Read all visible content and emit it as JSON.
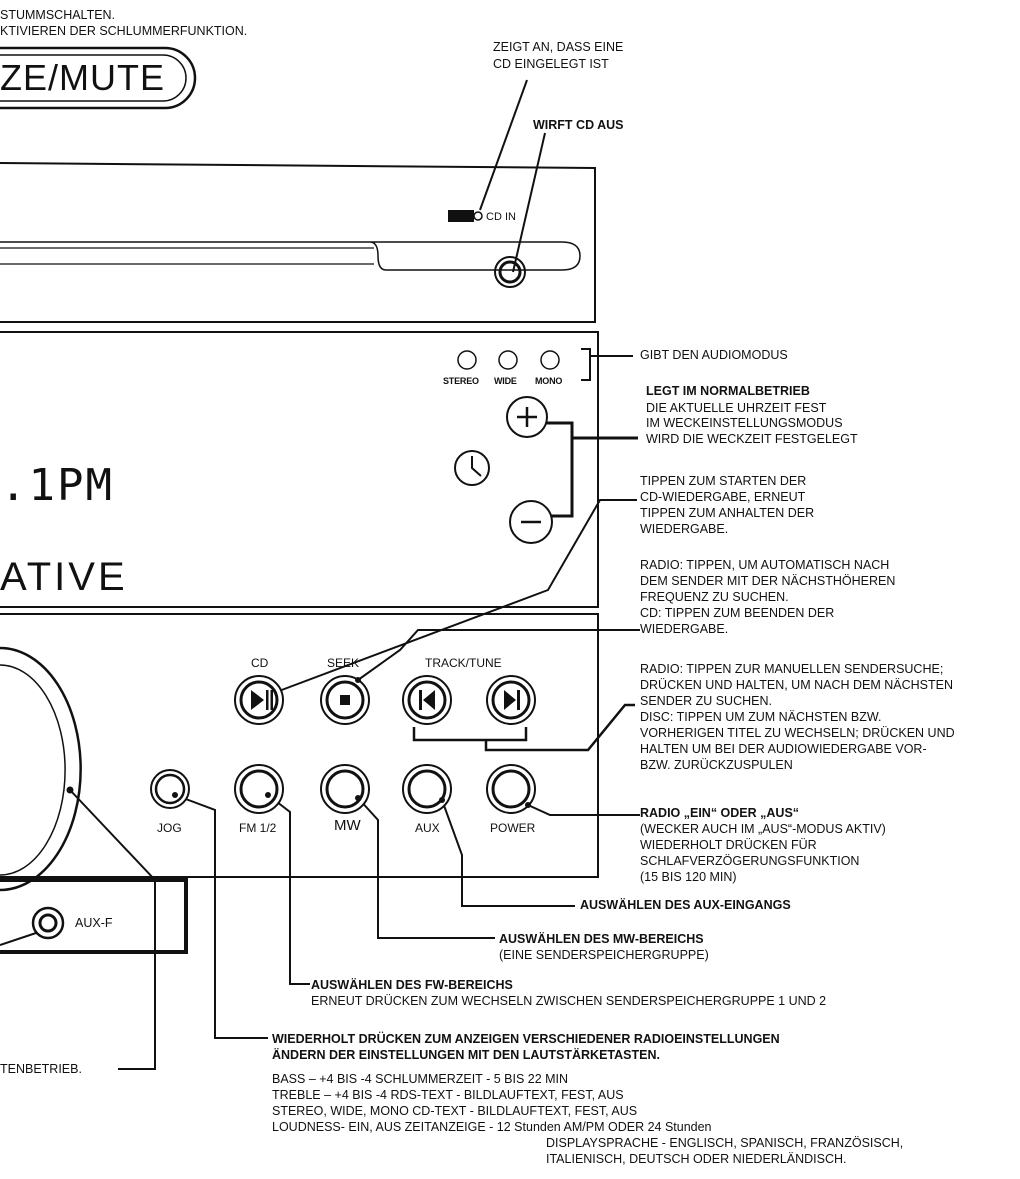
{
  "top_notes": [
    "STUMMSCHALTEN.",
    "KTIVIEREN DER SCHLUMMERFUNKTION."
  ],
  "device": {
    "snooze_button": "ZE/MUTE",
    "cd_in_label": "CD IN",
    "audio_modes": [
      "STEREO",
      "WIDE",
      "MONO"
    ],
    "display_time": ".1PM",
    "brand": "ATIVE",
    "button_labels": {
      "cd": "CD",
      "seek": "SEEK",
      "track_tune": "TRACK/TUNE",
      "jog": "JOG",
      "fm": "FM 1/2",
      "mw": "MW",
      "aux": "AUX",
      "power": "POWER"
    },
    "aux_jack": "AUX-F"
  },
  "callouts": {
    "cd_indicator": [
      "ZEIGT AN, DASS EINE",
      "CD EINGELEGT IST"
    ],
    "eject": "WIRFT CD AUS",
    "audio_mode": "GIBT DEN AUDIOMODUS",
    "clock_title": "LEGT IM NORMALBETRIEB",
    "clock_lines": [
      "DIE AKTUELLE UHRZEIT FEST",
      "IM WECKEINSTELLUNGSMODUS",
      "WIRD DIE WECKZEIT FESTGELEGT"
    ],
    "cd_play": [
      "TIPPEN ZUM STARTEN DER",
      "CD-WIEDERGABE, ERNEUT",
      "TIPPEN ZUM ANHALTEN DER",
      "WIEDERGABE."
    ],
    "seek": [
      "RADIO: TIPPEN, UM AUTOMATISCH NACH",
      "DEM SENDER MIT DER NÄCHSTHÖHEREN",
      "FREQUENZ ZU SUCHEN.",
      "CD: TIPPEN ZUM BEENDEN DER",
      "WIEDERGABE."
    ],
    "track": [
      "RADIO: TIPPEN ZUR MANUELLEN SENDERSUCHE;",
      "DRÜCKEN UND HALTEN, UM NACH DEM NÄCHSTEN",
      "SENDER ZU SUCHEN.",
      "DISC: TIPPEN UM ZUM NÄCHSTEN BZW.",
      "VORHERIGEN TITEL ZU WECHSELN; DRÜCKEN UND",
      "HALTEN UM BEI DER AUDIOWIEDERGABE VOR-",
      "BZW. ZURÜCKZUSPULEN"
    ],
    "power_title": "RADIO „EIN“ ODER „AUS“",
    "power_lines": [
      "(WECKER AUCH IM „AUS“-MODUS AKTIV)",
      "WIEDERHOLT DRÜCKEN FÜR",
      "SCHLAFVERZÖGERUNGSFUNKTION",
      "(15 BIS 120 MIN)"
    ],
    "aux": "AUSWÄHLEN DES AUX-EINGANGS",
    "mw_title": "AUSWÄHLEN DES MW-BEREICHS",
    "mw_sub": "(EINE SENDERSPEICHERGRUPPE)",
    "fm_title": "AUSWÄHLEN DES FW-BEREICHS",
    "fm_sub": "ERNEUT DRÜCKEN ZUM WECHSELN ZWISCHEN SENDERSPEICHERGRUPPE 1 UND 2",
    "jog_title": [
      "WIEDERHOLT DRÜCKEN ZUM ANZEIGEN VERSCHIEDENER RADIOEINSTELLUNGEN",
      "ÄNDERN DER EINSTELLUNGEN MIT DEN LAUTSTÄRKETASTEN."
    ],
    "jog_settings": [
      "BASS – +4 BIS -4 SCHLUMMERZEIT - 5 BIS 22 MIN",
      "TREBLE – +4 BIS -4 RDS-TEXT - BILDLAUFTEXT, FEST, AUS",
      "STEREO, WIDE, MONO CD-TEXT - BILDLAUFTEXT, FEST, AUS",
      "LOUDNESS- EIN, AUS ZEITANZEIGE - 12 Stunden AM/PM ODER 24 Stunden"
    ],
    "jog_settings_extra": [
      "DISPLAYSPRACHE - ENGLISCH, SPANISCH, FRANZÖSISCH,",
      "ITALIENISCH, DEUTSCH ODER NIEDERLÄNDISCH."
    ],
    "volume_note": "TENBETRIEB."
  }
}
